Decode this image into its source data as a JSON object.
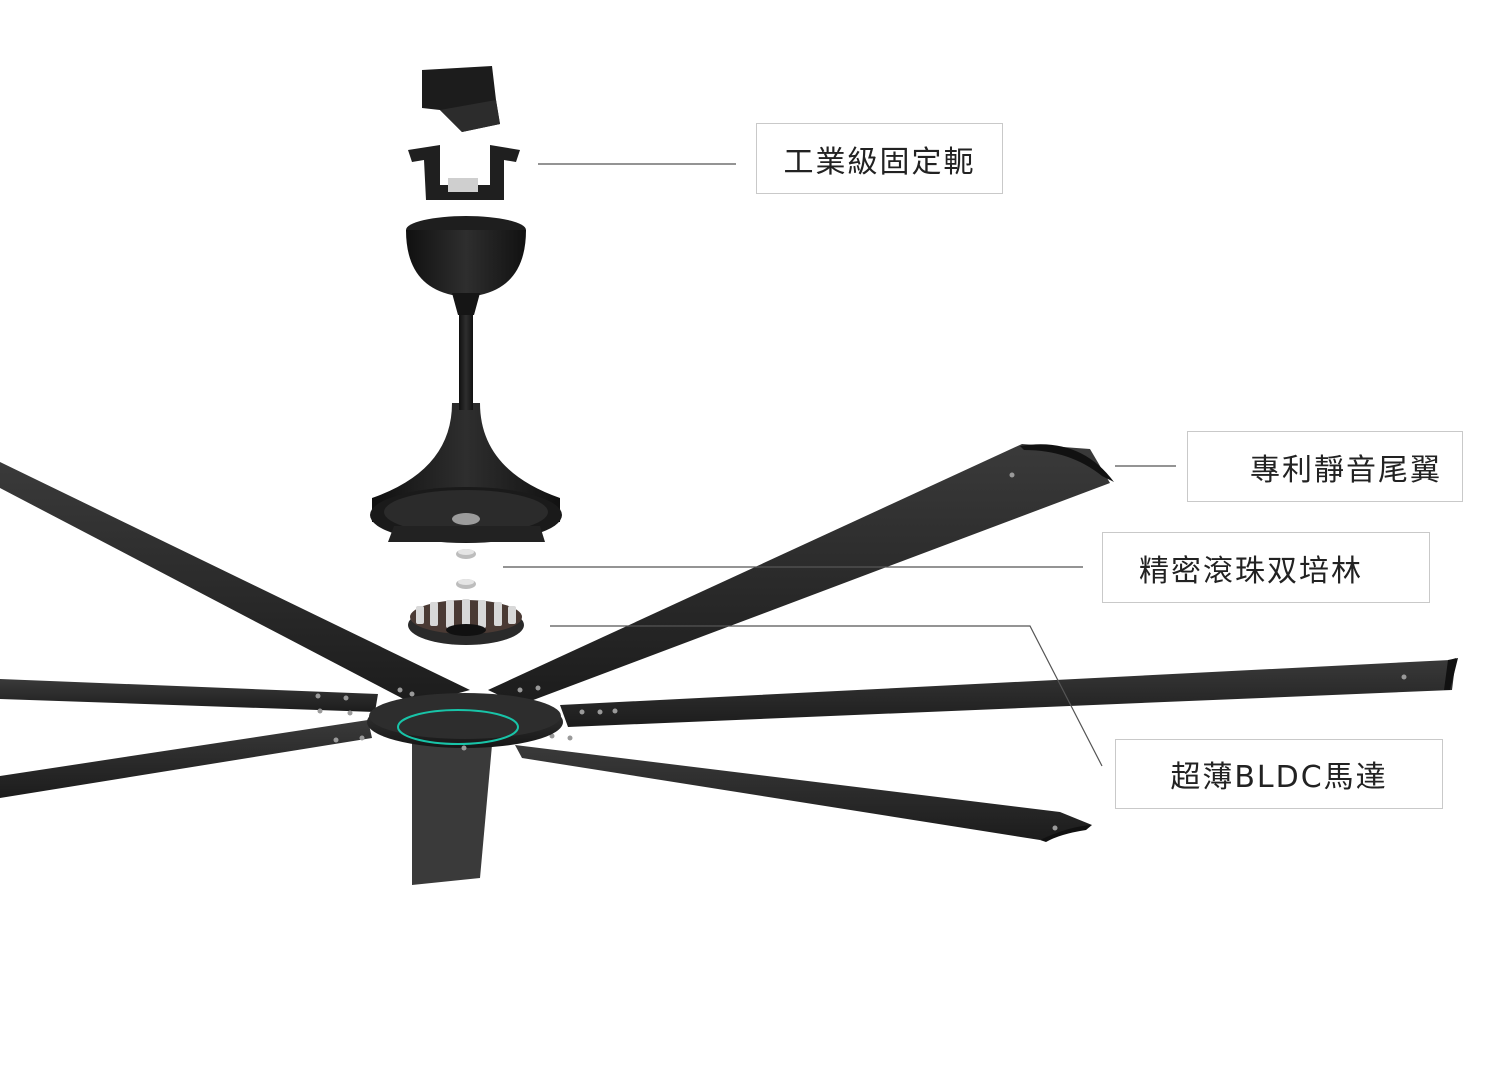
{
  "callouts": {
    "mount": {
      "label": "工業級固定軛"
    },
    "tail_fin": {
      "label": "專利靜音尾翼"
    },
    "bearing": {
      "label": "精密滾珠双培林"
    },
    "motor": {
      "label": "超薄BLDC馬達"
    }
  },
  "colors": {
    "background": "#ffffff",
    "fan_body": "#1b1b1b",
    "blade": "#2b2b2b",
    "leader_line": "#555555",
    "box_border": "#c9c9c9",
    "hub_ring": "#18c4a8"
  }
}
